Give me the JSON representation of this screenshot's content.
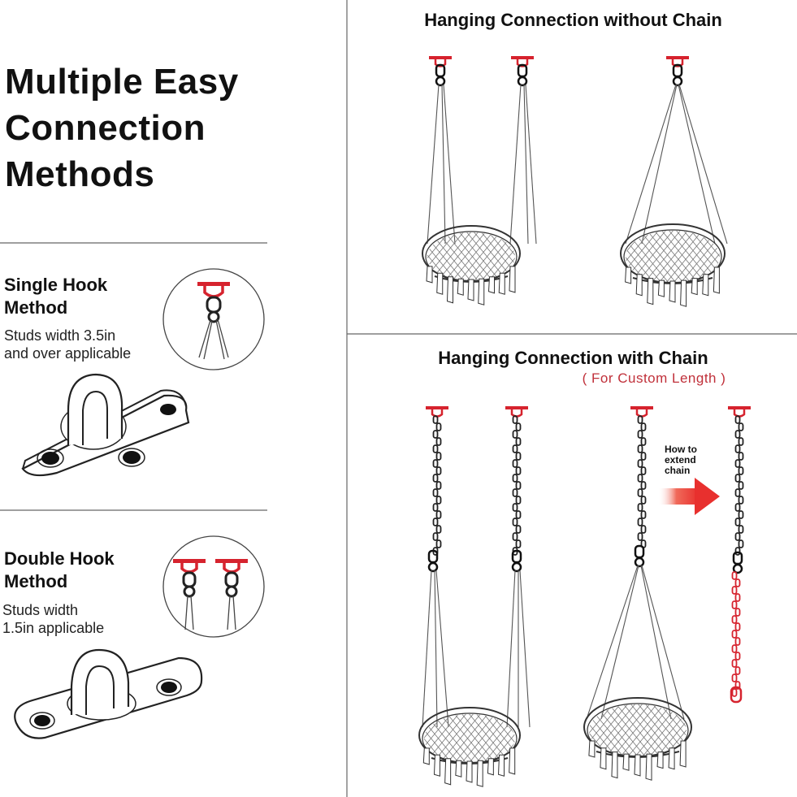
{
  "title": {
    "line1": "Multiple Easy",
    "line2": "Connection",
    "line3": "Methods"
  },
  "single": {
    "title_line1": "Single Hook",
    "title_line2": "Method",
    "desc_line1": "Studs width 3.5in",
    "desc_line2": "and over applicable"
  },
  "double": {
    "title_line1": "Double Hook",
    "title_line2": "Method",
    "desc_line1": "Studs width",
    "desc_line2": "1.5in applicable"
  },
  "without_chain": {
    "title": "Hanging Connection without Chain"
  },
  "with_chain": {
    "title": "Hanging Connection with Chain",
    "subtitle": "( For Custom Length )",
    "extend_line1": "How to",
    "extend_line2": "extend",
    "extend_line3": "chain"
  },
  "colors": {
    "accent": "#d6232e",
    "line": "#333333",
    "arrow": "#e8302e"
  }
}
